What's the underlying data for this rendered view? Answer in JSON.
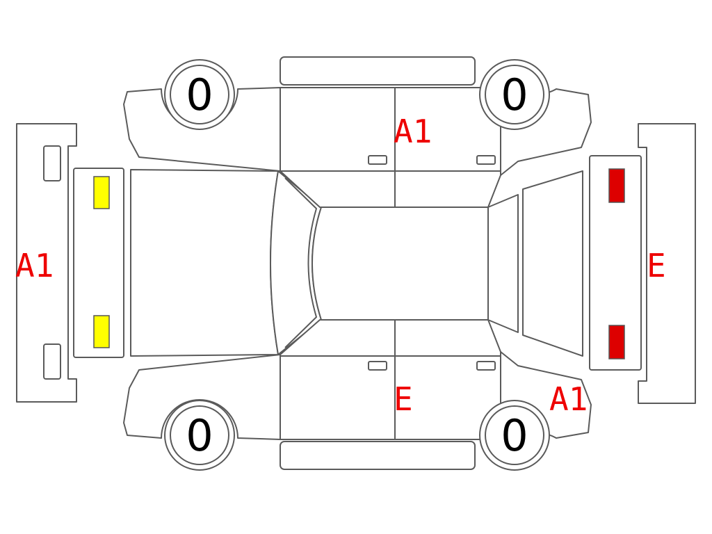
{
  "colors": {
    "outline": "#5a5a5a",
    "mark_text": "#ee0000",
    "front_lamp": "#ffff00",
    "rear_lamp": "#dd0000",
    "lamp_border": "#555555"
  },
  "tires": {
    "front_left": "0",
    "rear_left": "0",
    "front_right": "0",
    "rear_right": "0"
  },
  "marks": {
    "front_bumper": "A1",
    "left_side_doors": "A1",
    "right_side_doors": "E",
    "right_rear_fender": "A1",
    "rear_bumper": "E"
  }
}
